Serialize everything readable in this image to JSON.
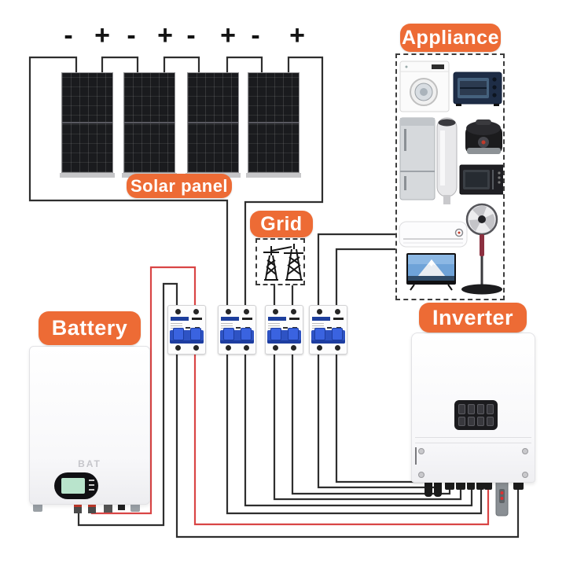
{
  "labels": {
    "solar_panel": "Solar panel",
    "appliance": "Appliance",
    "grid": "Grid",
    "battery": "Battery",
    "inverter": "Inverter"
  },
  "solar": {
    "panel_count": 4,
    "polarity_labels": [
      "-",
      "+",
      "-",
      "+",
      "-",
      "+",
      "-",
      "+"
    ]
  },
  "battery": {
    "logo": "BAT"
  },
  "icons": {
    "grid": "transmission-tower-icon",
    "appliances": [
      "washing-machine",
      "toaster-oven",
      "refrigerator",
      "water-heater",
      "rice-cooker",
      "microwave-oven",
      "air-conditioner",
      "standing-fan",
      "television"
    ]
  },
  "colors": {
    "label_background": "#ED6B35",
    "label_text": "#FFFFFF",
    "wire_black": "#2E2E2E",
    "wire_red": "#D94545",
    "breaker_blue": "#2E53C4",
    "breaker_label_blue": "#1D3F9C",
    "solar_panel_dark": "#1A1B1E",
    "background": "#FFFFFF"
  }
}
